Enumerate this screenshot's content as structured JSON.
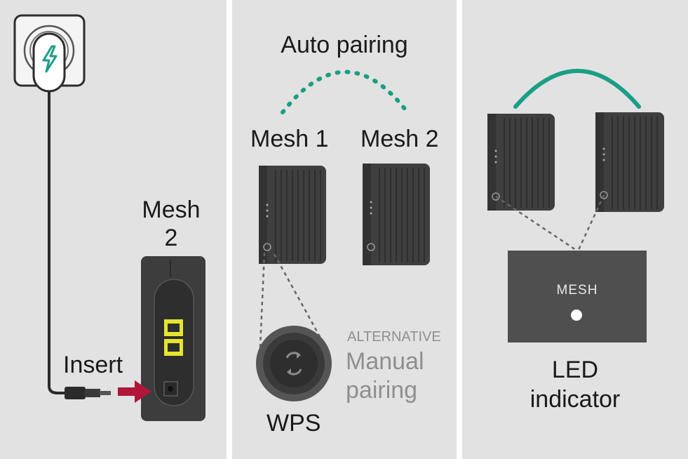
{
  "panel1": {
    "device_label_line1": "Mesh",
    "device_label_line2": "2",
    "insert_label": "Insert"
  },
  "panel2": {
    "title": "Auto pairing",
    "mesh1_label": "Mesh 1",
    "mesh2_label": "Mesh 2",
    "wps_label": "WPS",
    "alternative_label": "ALTERNATIVE",
    "manual_line1": "Manual",
    "manual_line2": "pairing"
  },
  "panel3": {
    "panel_text": "MESH",
    "led_line1": "LED",
    "led_line2": "indicator"
  },
  "colors": {
    "background": "#e2e2e2",
    "divider": "#ffffff",
    "accent_teal": "#1a9e86",
    "device": "#3f3f3f",
    "arrow_red": "#b0163a",
    "port_yellow": "#e5e52e",
    "muted_text": "#8f8f8f"
  },
  "icons": [
    "power-plug-icon",
    "wps-sync-icon",
    "red-arrow-icon"
  ]
}
